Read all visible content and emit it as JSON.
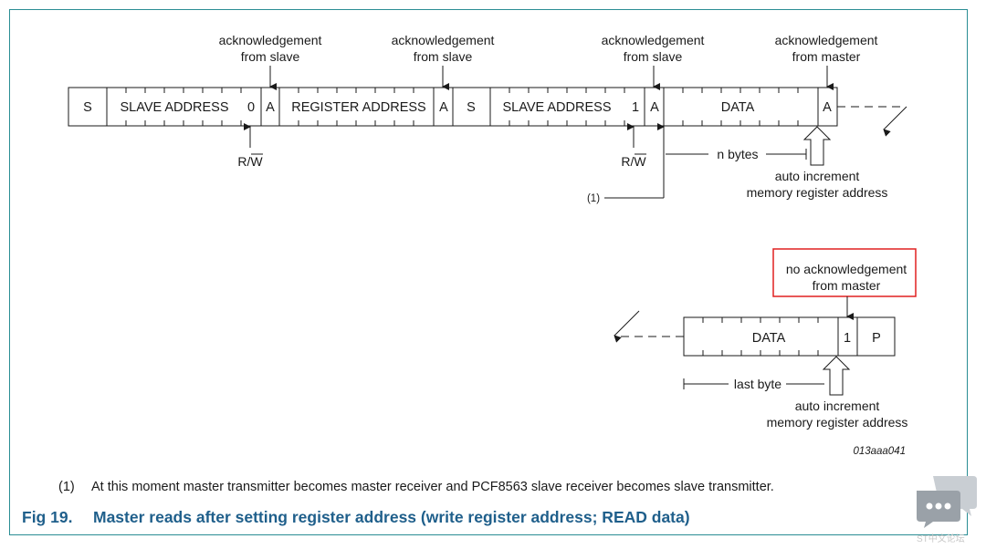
{
  "diagram": {
    "upper_frame": {
      "cells": [
        "S",
        "SLAVE ADDRESS",
        "0",
        "A",
        "REGISTER ADDRESS",
        "A",
        "S",
        "SLAVE ADDRESS",
        "1",
        "A",
        "DATA",
        "A"
      ],
      "annotations": [
        {
          "line1": "acknowledgement",
          "line2": "from slave"
        },
        {
          "line1": "acknowledgement",
          "line2": "from slave"
        },
        {
          "line1": "acknowledgement",
          "line2": "from slave"
        },
        {
          "line1": "acknowledgement",
          "line2": "from master"
        }
      ],
      "rw_label": "R/W",
      "rw_overbar_part": "W",
      "n_bytes_label": "n bytes",
      "auto_increment": {
        "line1": "auto increment",
        "line2": "memory register address"
      },
      "note_marker": "(1)"
    },
    "lower_frame": {
      "cells": [
        "DATA",
        "1",
        "P"
      ],
      "no_ack": {
        "line1": "no acknowledgement",
        "line2": "from master"
      },
      "last_byte_label": "last byte",
      "auto_increment": {
        "line1": "auto increment",
        "line2": "memory register address"
      }
    },
    "figure_code": "013aaa041",
    "colors": {
      "frame": "#2a8d94",
      "caption": "#1f5f8b",
      "highlight_box": "#e02020"
    }
  },
  "footnote": {
    "marker": "(1)",
    "text": "At this moment master transmitter becomes master receiver and PCF8563 slave receiver becomes slave transmitter."
  },
  "caption": {
    "number": "Fig 19.",
    "title": "Master reads after setting register address (write register address; READ data)"
  },
  "watermark": {
    "icon": "chat-bubble-icon",
    "text": "ST中文论坛"
  }
}
